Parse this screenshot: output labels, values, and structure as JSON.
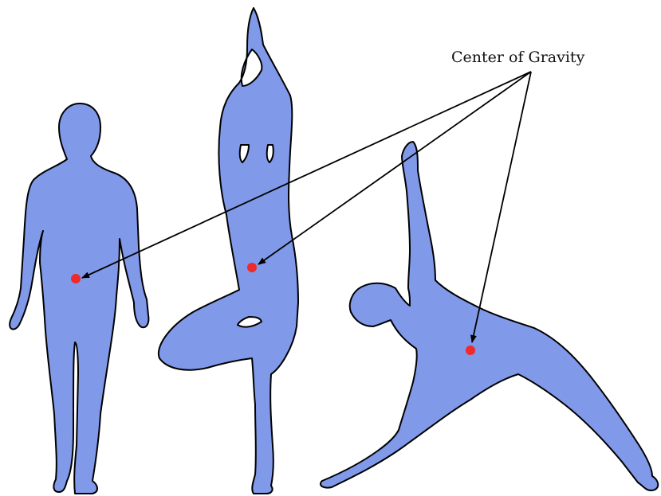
{
  "annotation": {
    "label": "Center of Gravity"
  },
  "colors": {
    "figure_fill": "#8099e8",
    "figure_stroke": "#000000",
    "cog_marker": "#ee2a2a",
    "arrow": "#000000",
    "background": "#ffffff"
  },
  "figures": [
    {
      "pose": "standing"
    },
    {
      "pose": "tree-pose"
    },
    {
      "pose": "triangle-pose"
    }
  ]
}
